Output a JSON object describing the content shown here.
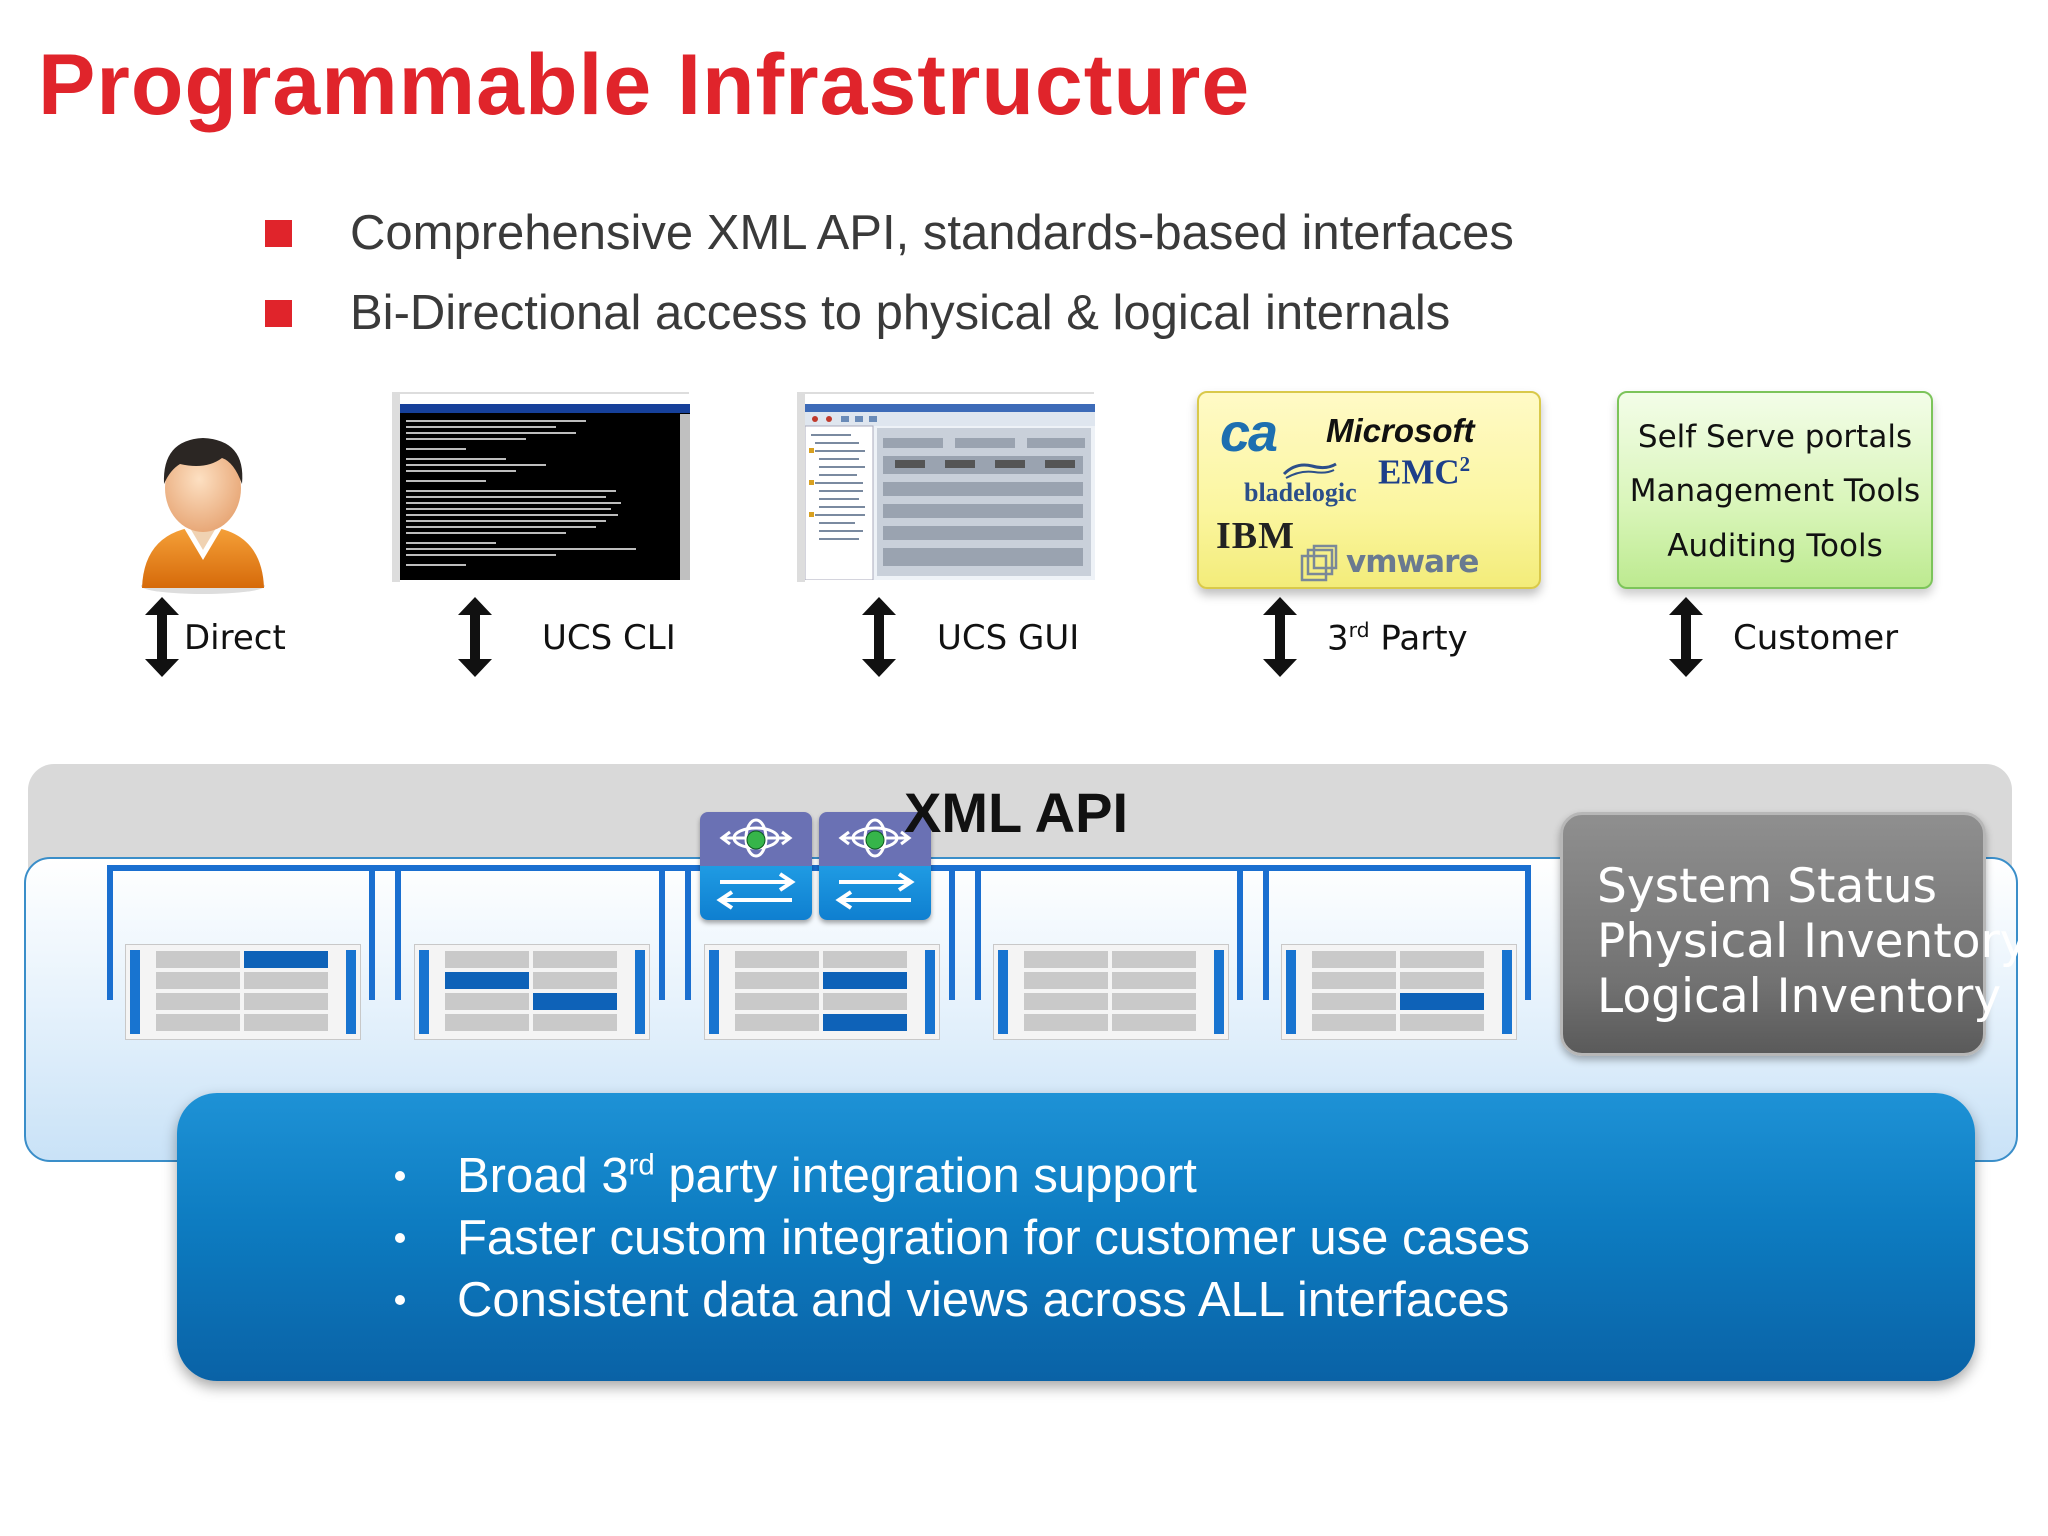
{
  "slide": {
    "title": "Programmable Infrastructure",
    "bullets": [
      "Comprehensive XML API, standards-based interfaces",
      "Bi-Directional access to physical & logical internals"
    ]
  },
  "clients": {
    "direct": "Direct",
    "cli": "UCS CLI",
    "gui": "UCS GUI",
    "third_party_prefix": "3",
    "third_party_sup": "rd",
    "third_party_suffix": " Party",
    "customer": "Customer"
  },
  "vendor_logos": [
    "ca",
    "Microsoft",
    "EMC",
    "2",
    "bladelogic",
    "IBM",
    "vmware"
  ],
  "customer_tools": [
    "Self Serve portals",
    "Management Tools",
    "Auditing Tools"
  ],
  "api": {
    "title": "XML API"
  },
  "inventory": [
    "System Status",
    "Physical Inventory",
    "Logical Inventory"
  ],
  "benefits": {
    "line1_prefix": "Broad 3",
    "line1_sup": "rd",
    "line1_suffix": " party integration support",
    "line2": "Faster custom integration for customer use cases",
    "line3": "Consistent data and views across ALL interfaces"
  },
  "colors": {
    "title": "#e0242b",
    "accent_blue": "#0d7cc1",
    "bar_grey": "#d9d9d9"
  }
}
